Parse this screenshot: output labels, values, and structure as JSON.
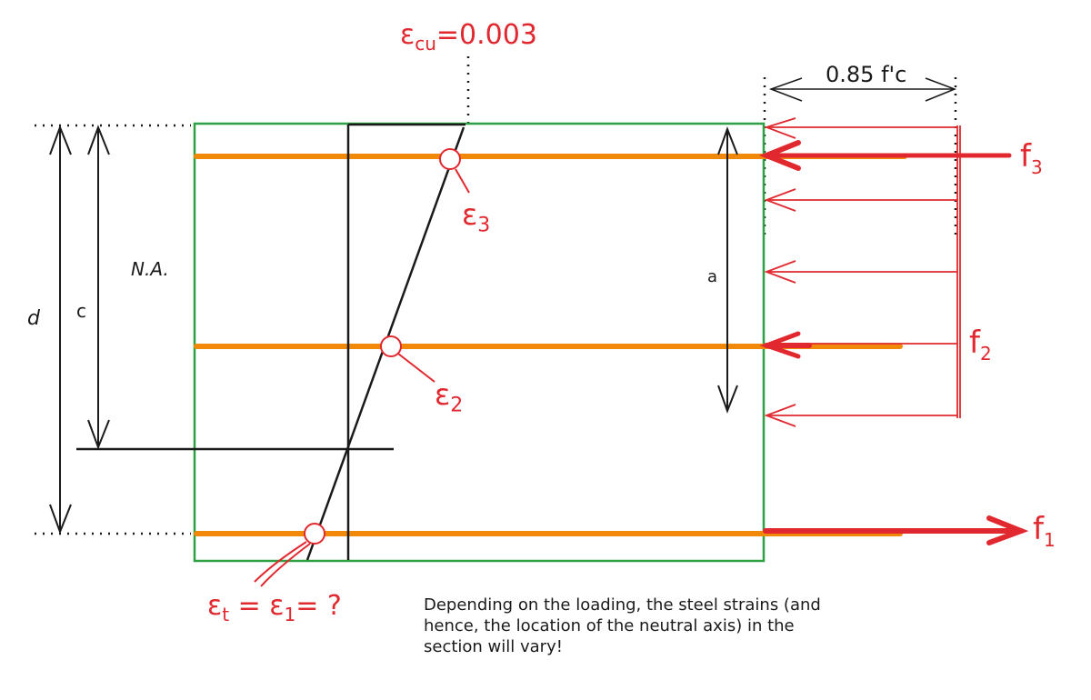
{
  "colors": {
    "section_outline": "#2ea043",
    "rebar": "#f0880a",
    "force": "#e0282e",
    "line": "#1a1a1a"
  },
  "labels": {
    "ecu": "ε",
    "ecu_sub": "cu",
    "ecu_value": "=0.003",
    "stress_block": "0.85 f'c",
    "f3": "f",
    "f3_sub": "3",
    "f2": "f",
    "f2_sub": "2",
    "f1": "f",
    "f1_sub": "1",
    "e3": "ε",
    "e3_sub": "3",
    "e2": "ε",
    "e2_sub": "2",
    "et_eq": "ε",
    "et_sub": "t",
    "et_mid": " = ε",
    "e1_sub": "1",
    "et_end": "= ?",
    "na": "N.A.",
    "d": "d",
    "c": "c",
    "a": "a"
  },
  "note": "Depending on the loading, the steel strains (and hence, the location of the neutral axis) in the section will vary!"
}
